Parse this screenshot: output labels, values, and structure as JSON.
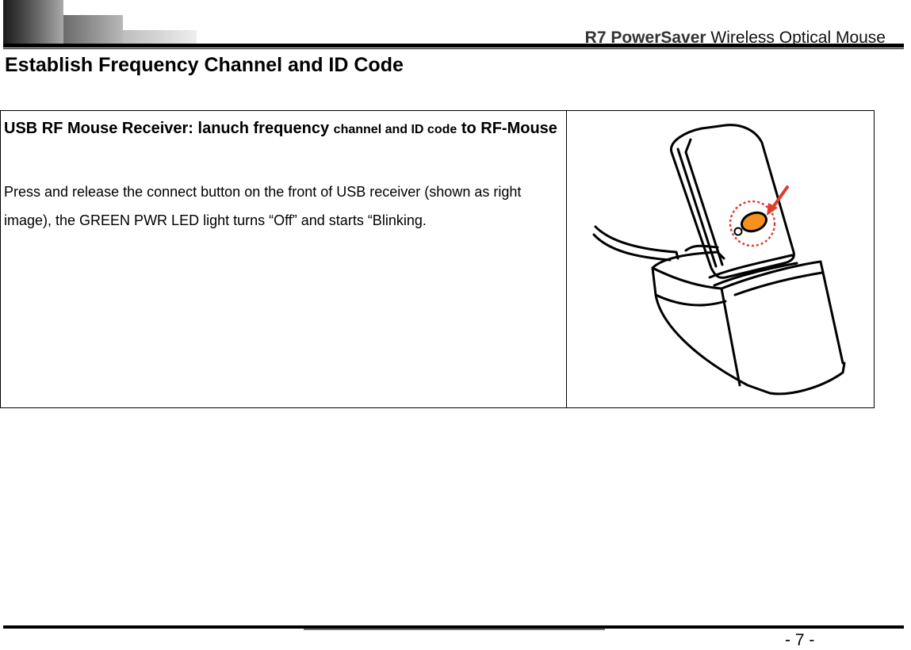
{
  "header": {
    "brand": "R7 PowerSaver",
    "product": " Wireless Optical Mouse"
  },
  "page_title": "Establish Frequency Channel and ID Code",
  "section": {
    "heading_part1": "USB RF Mouse Receiver: lanuch frequency ",
    "heading_part2": "channel and ID code",
    "heading_part3": " to RF-Mouse",
    "body": "Press and release the connect button on the front of USB receiver (shown as right image), the GREEN PWR LED light turns “Off” and starts “Blinking."
  },
  "illustration": {
    "icon": "usb-receiver-illustration",
    "accent_color": "#e23a2b",
    "button_color": "#f5921e"
  },
  "footer": {
    "page_number": "- 7 -"
  }
}
